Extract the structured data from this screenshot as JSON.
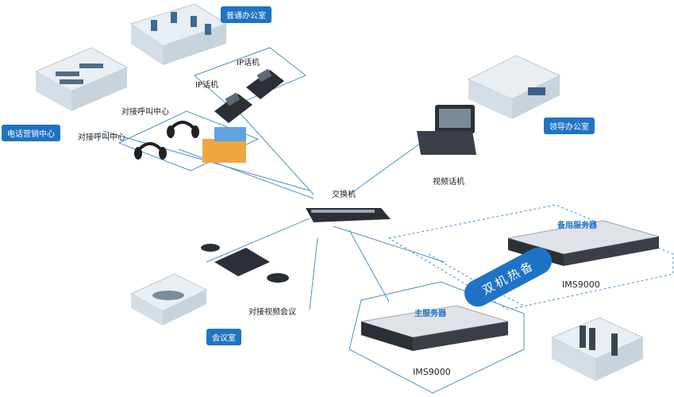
{
  "tags": {
    "general_office": "普通办公室",
    "telemarketing": "电话营销中心",
    "leader_office": "领导办公室",
    "meeting_room": "会议室"
  },
  "labels": {
    "ip_phone_1": "IP话机",
    "ip_phone_2": "IP话机",
    "call_center_1": "对接呼叫中心",
    "call_center_2": "对接呼叫中心",
    "switch": "交换机",
    "video_phone": "视频话机",
    "backup_server": "备用服务器",
    "backup_model": "IMS9000",
    "hot_standby": "双机热备",
    "main_server": "主服务器",
    "main_model": "IMS9000",
    "video_conf": "对接视频会议"
  },
  "colors": {
    "accent": "#1f73c4",
    "line": "#4a8fd4",
    "room_floor": "#f2f4f5",
    "device_dark": "#2b2f36"
  }
}
